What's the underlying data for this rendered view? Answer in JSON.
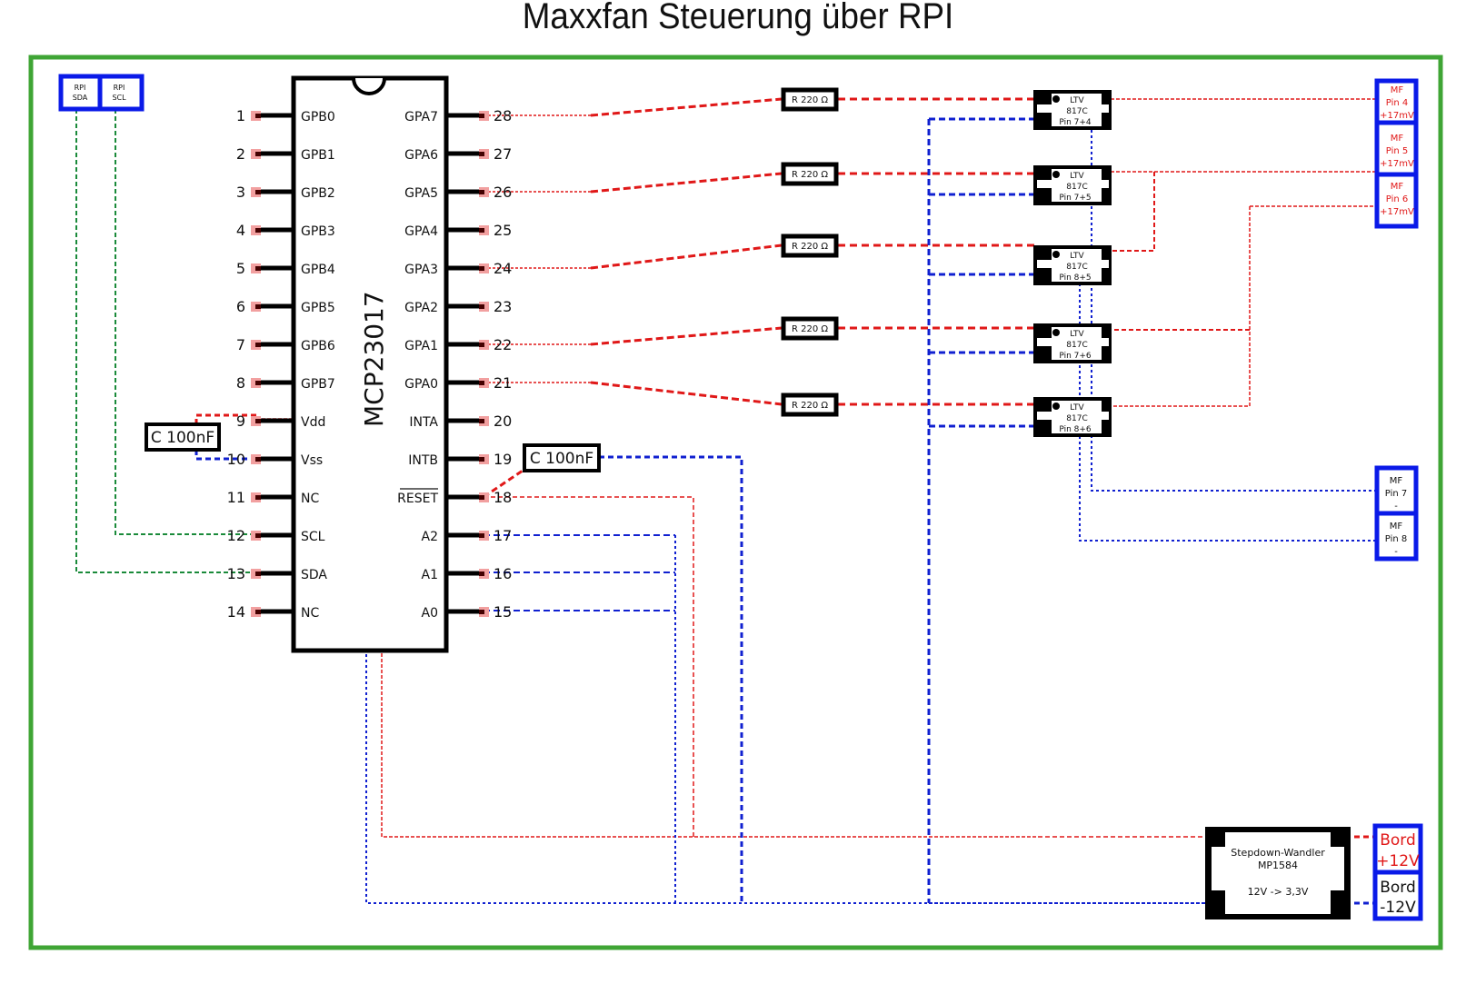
{
  "title": "Maxxfan Steuerung über RPI",
  "colors": {
    "frame": "#3fa535",
    "positive_wire": "#e01818",
    "negative_wire": "#1020d0",
    "i2c_wire": "#1a8a3a",
    "connector_border": "#0a1ae8",
    "pin_pad": "#f2a0a0",
    "component_body": "#000000"
  },
  "rpi_connectors": [
    {
      "label_line1": "RPI",
      "label_line2": "SDA"
    },
    {
      "label_line1": "RPI",
      "label_line2": "SCL"
    }
  ],
  "chip": {
    "name": "MCP23017",
    "left_pins": [
      {
        "num": "1",
        "name": "GPB0"
      },
      {
        "num": "2",
        "name": "GPB1"
      },
      {
        "num": "3",
        "name": "GPB2"
      },
      {
        "num": "4",
        "name": "GPB3"
      },
      {
        "num": "5",
        "name": "GPB4"
      },
      {
        "num": "6",
        "name": "GPB5"
      },
      {
        "num": "7",
        "name": "GPB6"
      },
      {
        "num": "8",
        "name": "GPB7"
      },
      {
        "num": "9",
        "name": "Vdd"
      },
      {
        "num": "10",
        "name": "Vss"
      },
      {
        "num": "11",
        "name": "NC"
      },
      {
        "num": "12",
        "name": "SCL"
      },
      {
        "num": "13",
        "name": "SDA"
      },
      {
        "num": "14",
        "name": "NC"
      }
    ],
    "right_pins": [
      {
        "num": "28",
        "name": "GPA7"
      },
      {
        "num": "27",
        "name": "GPA6"
      },
      {
        "num": "26",
        "name": "GPA5"
      },
      {
        "num": "25",
        "name": "GPA4"
      },
      {
        "num": "24",
        "name": "GPA3"
      },
      {
        "num": "23",
        "name": "GPA2"
      },
      {
        "num": "22",
        "name": "GPA1"
      },
      {
        "num": "21",
        "name": "GPA0"
      },
      {
        "num": "20",
        "name": "INTA"
      },
      {
        "num": "19",
        "name": "INTB"
      },
      {
        "num": "18",
        "name": "RESET"
      },
      {
        "num": "17",
        "name": "A2"
      },
      {
        "num": "16",
        "name": "A1"
      },
      {
        "num": "15",
        "name": "A0"
      }
    ]
  },
  "capacitors": [
    {
      "label": "C 100nF",
      "connects": "Vdd-Vss"
    },
    {
      "label": "C 100nF",
      "connects": "RESET-GND"
    }
  ],
  "resistors": [
    {
      "label": "R 220 Ω",
      "from_pin": "28"
    },
    {
      "label": "R 220 Ω",
      "from_pin": "26"
    },
    {
      "label": "R 220 Ω",
      "from_pin": "24"
    },
    {
      "label": "R 220 Ω",
      "from_pin": "22"
    },
    {
      "label": "R 220 Ω",
      "from_pin": "21"
    }
  ],
  "optocouplers": [
    {
      "line1": "LTV",
      "line2": "817C",
      "line3": "Pin 7+4"
    },
    {
      "line1": "LTV",
      "line2": "817C",
      "line3": "Pin 7+5"
    },
    {
      "line1": "LTV",
      "line2": "817C",
      "line3": "Pin 8+5"
    },
    {
      "line1": "LTV",
      "line2": "817C",
      "line3": "Pin 7+6"
    },
    {
      "line1": "LTV",
      "line2": "817C",
      "line3": "Pin 8+6"
    }
  ],
  "mf_positive": [
    {
      "line1": "MF",
      "line2": "Pin 4",
      "line3": "+17mV"
    },
    {
      "line1": "MF",
      "line2": "Pin 5",
      "line3": "+17mV"
    },
    {
      "line1": "MF",
      "line2": "Pin 6",
      "line3": "+17mV"
    }
  ],
  "mf_negative": [
    {
      "line1": "MF",
      "line2": "Pin 7",
      "line3": "-"
    },
    {
      "line1": "MF",
      "line2": "Pin 8",
      "line3": "-"
    }
  ],
  "stepdown": {
    "line1": "Stepdown-Wandler",
    "line2": "MP1584",
    "line3": "12V -> 3,3V"
  },
  "bord": [
    {
      "line1": "Bord",
      "line2": "+12V",
      "polarity": "positive"
    },
    {
      "line1": "Bord",
      "line2": "-12V",
      "polarity": "negative"
    }
  ]
}
